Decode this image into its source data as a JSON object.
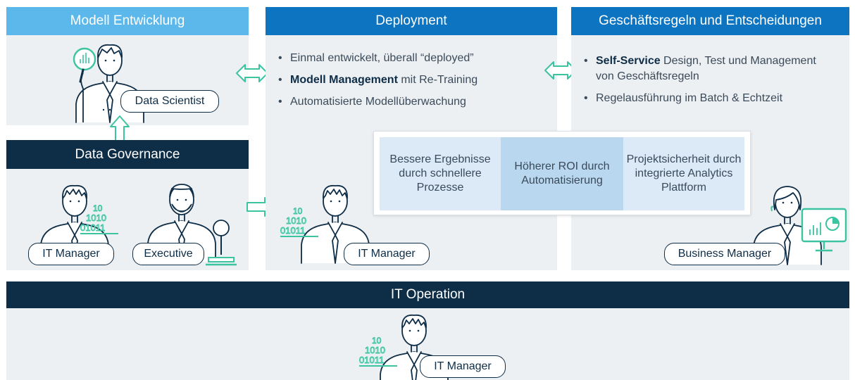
{
  "modell": {
    "header": "Modell Entwicklung",
    "role": "Data Scientist"
  },
  "deployment": {
    "header": "Deployment",
    "bullets": [
      {
        "bold": "",
        "text": "Einmal entwickelt, überall “deployed”"
      },
      {
        "bold": "Modell Management",
        "text": " mit Re-Training"
      },
      {
        "bold": "",
        "text": "Automatisierte Modellüberwachung"
      }
    ],
    "role": "IT Manager"
  },
  "regeln": {
    "header": "Geschäftsregeln und Entscheidungen",
    "bullets": [
      {
        "bold": "Self-Service",
        "text": " Design, Test und Management von Geschäftsregeln"
      },
      {
        "bold": "",
        "text": "Regelausführung im Batch & Echtzeit"
      }
    ],
    "role": "Business Manager"
  },
  "governance": {
    "header": "Data Governance",
    "roles": [
      "IT Manager",
      "Executive"
    ]
  },
  "benefits": [
    "Bessere Ergebnisse durch schnellere Prozesse",
    "Höherer ROI durch Automatisierung",
    "Projektsicherheit durch integrierte Analytics Plattform"
  ],
  "operation": {
    "header": "IT Operation",
    "role": "IT Manager"
  },
  "data_glyphs": {
    "row1": "10",
    "row2": "1010",
    "row3": "01011"
  },
  "colors": {
    "teal": "#3cc4a0",
    "navy": "#0e2d47",
    "blue": "#0c74c0",
    "light_blue": "#5cb8ea",
    "panel": "#edf0f2"
  },
  "icons": [
    "person-icon",
    "magnifier-chart-icon",
    "binary-data-icon",
    "joystick-icon",
    "monitor-chart-icon",
    "double-arrow-icon",
    "right-arrow-icon",
    "up-arrow-icon"
  ]
}
